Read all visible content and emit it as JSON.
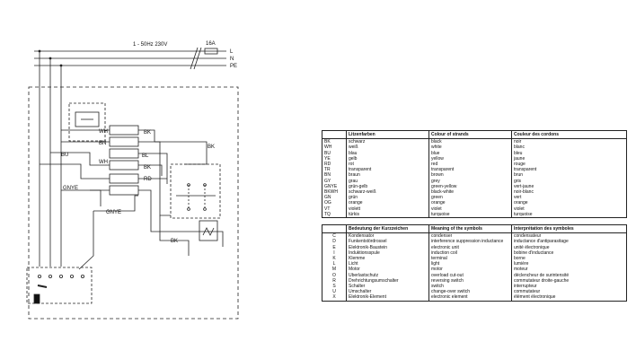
{
  "diagram": {
    "supply_label": "1 - 50Hz 230V",
    "fuse_label": "16A",
    "lines": [
      "L",
      "N",
      "PE"
    ],
    "wire_labels": [
      "WH",
      "BK",
      "BN",
      "BU",
      "BL",
      "WH",
      "BK",
      "GNYE",
      "RD",
      "BK",
      "GNYE",
      "BK"
    ]
  },
  "strands_table": {
    "headers": [
      "Litzenfarben",
      "Colour of strands",
      "Couleur des cordons"
    ],
    "rows": [
      [
        "BK",
        "schwarz",
        "black",
        "noir"
      ],
      [
        "WH",
        "weiß",
        "white",
        "blanc"
      ],
      [
        "BU",
        "blau",
        "blue",
        "bleu"
      ],
      [
        "YE",
        "gelb",
        "yellow",
        "jaune"
      ],
      [
        "RD",
        "rot",
        "red",
        "rouge"
      ],
      [
        "TR",
        "transparent",
        "transparent",
        "transparent"
      ],
      [
        "BN",
        "braun",
        "brown",
        "brun"
      ],
      [
        "GY",
        "grau",
        "grey",
        "gris"
      ],
      [
        "GNYE",
        "grün-gelb",
        "green-yellow",
        "vert-jaune"
      ],
      [
        "BKWH",
        "schwarz-weiß",
        "black-white",
        "noir-blanc"
      ],
      [
        "GN",
        "grün",
        "green",
        "vert"
      ],
      [
        "OG",
        "orange",
        "orange",
        "orange"
      ],
      [
        "VT",
        "violett",
        "violet",
        "violet"
      ],
      [
        "TQ",
        "türkis",
        "turquoise",
        "turquoise"
      ]
    ]
  },
  "symbols_table": {
    "headers": [
      "Bedeutung der Kurzzeichen",
      "Meaning of the symbols",
      "Interprétation des symboles"
    ],
    "rows": [
      [
        "C",
        "Kondensator",
        "condenser",
        "condensateur"
      ],
      [
        "D",
        "Funkentstördrossel",
        "interference suppression inductance",
        "inductance d'antiparasitage"
      ],
      [
        "E",
        "Elektronik-Baustein",
        "electronic unit",
        "unité électronique"
      ],
      [
        "I",
        "Induktionsspule",
        "induction coil",
        "bobine d'inductance"
      ],
      [
        "K",
        "Klemme",
        "terminal",
        "borne"
      ],
      [
        "L",
        "Licht",
        "light",
        "lumière"
      ],
      [
        "M",
        "Motor",
        "motor",
        "moteur"
      ],
      [
        "O",
        "Überlastschutz",
        "overload cut-out",
        "déclencheur de surintensité"
      ],
      [
        "R",
        "Drehrichtungsumschalter",
        "reversing switch",
        "commutateur droite-gauche"
      ],
      [
        "S",
        "Schalter",
        "switch",
        "interrupteur"
      ],
      [
        "U",
        "Umschalter",
        "change-over switch",
        "commutateur"
      ],
      [
        "X",
        "Elektronik-Element",
        "electronic element",
        "élément électronique"
      ]
    ]
  }
}
